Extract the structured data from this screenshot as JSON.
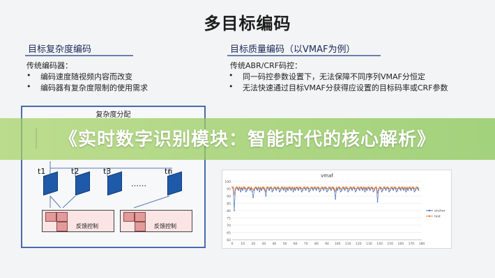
{
  "slide": {
    "title": "多目标编码",
    "left": {
      "section_title": "目标复杂度编码",
      "intro": "传统编码器：",
      "bullets": [
        "编码速度随视频内容而改变",
        "编码器有复杂度限制的使用需求"
      ]
    },
    "right": {
      "section_title": "目标质量编码（以VMAF为例）",
      "intro": "传统ABR/CRF码控：",
      "bullets": [
        "同一码控参数设置下，无法保障不同序列VMAF分恒定",
        "无法快速通过目标VMAF分获得应设置的目标码率或CRF参数"
      ]
    }
  },
  "diagram": {
    "title": "复杂度分配",
    "frame_labels": [
      "t1",
      "t2",
      "t3",
      "tn"
    ],
    "dots": "……",
    "feedback_label": "反馈控制",
    "colors": {
      "frame": "#1e5aa8",
      "frame_border": "#4a6aa8",
      "feedback_fill": "#fbe4e4",
      "feedback_cell": "#e29a9a"
    }
  },
  "banner": {
    "text": "《实时数字识别模块：智能时代的核心解析》",
    "color": "#9ed06a"
  },
  "chart_data": {
    "type": "line",
    "title": "vmaf",
    "xlabel": "",
    "ylabel": "",
    "xlim": [
      0,
      180
    ],
    "ylim": [
      60,
      100
    ],
    "x_ticks": [
      "0",
      "10",
      "20",
      "30",
      "40",
      "50",
      "60",
      "70",
      "80",
      "90",
      "100",
      "110",
      "120",
      "130",
      "140",
      "150",
      "160",
      "170",
      "180"
    ],
    "y_ticks": [
      "60",
      "65",
      "70",
      "75",
      "80",
      "85",
      "90",
      "95",
      "100"
    ],
    "grid": true,
    "legend_position": "right",
    "series": [
      {
        "name": "anchor",
        "color": "#4472c4",
        "values": [
          96,
          95,
          80,
          94,
          96,
          95,
          94,
          96,
          93,
          95,
          94,
          96,
          95,
          93,
          94,
          95,
          96,
          94,
          95,
          93,
          89,
          94,
          96,
          95,
          94,
          96,
          93,
          95,
          94,
          96,
          95,
          94,
          90,
          95,
          96,
          94,
          95,
          96,
          93,
          94,
          96,
          95,
          94,
          96,
          95,
          93,
          94,
          96,
          95,
          94,
          96,
          93,
          95,
          94,
          96,
          95,
          94,
          96,
          93,
          95,
          94,
          96,
          95,
          94,
          96,
          95,
          93,
          94,
          96,
          95,
          94,
          96,
          95,
          93,
          94,
          96,
          95,
          94,
          96,
          95,
          94,
          96,
          95,
          93,
          94,
          96,
          95,
          94,
          96,
          95,
          93,
          94,
          96,
          95,
          94,
          96,
          95,
          94,
          88,
          95,
          94,
          96,
          95,
          93,
          94,
          96,
          95,
          94,
          96,
          95,
          93,
          94,
          96,
          95,
          94,
          96,
          95,
          93,
          94,
          96,
          95,
          94,
          96,
          95,
          94,
          96,
          93,
          95,
          94,
          96,
          95,
          94,
          96,
          95,
          93,
          94,
          96,
          95,
          86,
          94,
          96,
          95,
          93,
          94,
          96,
          95,
          94,
          96,
          95,
          93,
          94,
          96,
          95,
          94,
          96,
          95,
          93,
          94,
          96,
          95,
          94,
          96,
          95,
          94,
          96,
          93,
          95,
          94,
          96,
          95,
          94,
          96,
          95,
          93,
          94,
          96,
          95,
          94
        ]
      },
      {
        "name": "test",
        "color": "#ed7d31",
        "values": [
          96,
          96,
          91,
          95,
          96,
          96,
          95,
          96,
          95,
          96,
          95,
          96,
          96,
          95,
          95,
          96,
          96,
          95,
          96,
          95,
          94,
          95,
          96,
          96,
          95,
          96,
          95,
          96,
          95,
          96,
          96,
          95,
          93,
          96,
          96,
          95,
          96,
          96,
          95,
          95,
          96,
          96,
          95,
          96,
          96,
          95,
          95,
          96,
          96,
          95,
          96,
          95,
          96,
          95,
          96,
          96,
          95,
          96,
          95,
          96,
          95,
          96,
          96,
          95,
          96,
          96,
          95,
          95,
          96,
          96,
          95,
          96,
          96,
          95,
          95,
          96,
          96,
          95,
          96,
          96,
          95,
          96,
          96,
          95,
          95,
          96,
          96,
          95,
          96,
          96,
          95,
          95,
          96,
          96,
          95,
          96,
          96,
          95,
          93,
          96,
          95,
          96,
          96,
          95,
          95,
          96,
          96,
          95,
          96,
          96,
          95,
          95,
          96,
          96,
          95,
          96,
          96,
          95,
          95,
          96,
          96,
          95,
          96,
          96,
          95,
          96,
          95,
          96,
          95,
          96,
          96,
          95,
          96,
          96,
          95,
          95,
          96,
          96,
          92,
          95,
          96,
          96,
          95,
          95,
          96,
          96,
          95,
          96,
          96,
          95,
          95,
          96,
          96,
          95,
          96,
          96,
          95,
          95,
          96,
          96,
          95,
          96,
          96,
          95,
          96,
          95,
          96,
          95,
          96,
          96,
          95,
          96,
          96,
          95,
          95,
          96,
          96,
          95
        ]
      }
    ]
  }
}
